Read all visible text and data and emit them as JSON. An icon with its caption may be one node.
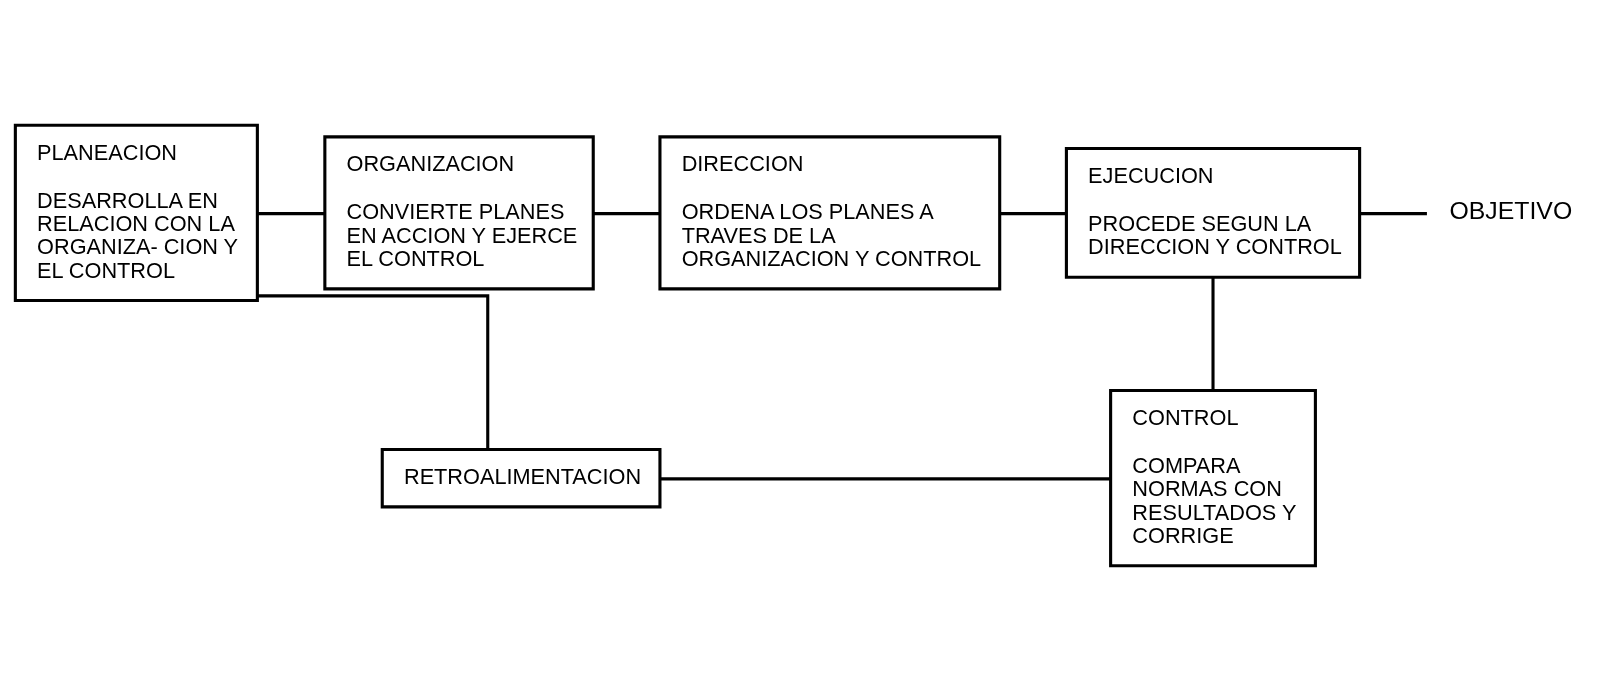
{
  "diagram": {
    "nodes": [
      {
        "text": [
          "PLANEACION",
          "DESARROLLA EN RELACION CON LA ORGANIZA- CION Y EL CONTROL"
        ]
      },
      {
        "text": [
          "ORGANIZACION",
          "CONVIERTE PLANES EN ACCION Y EJERCE EL CONTROL"
        ]
      },
      {
        "text": [
          "DIRECCION",
          "ORDENA LOS PLANES A TRAVES DE LA ORGANIZACION Y CONTROL"
        ]
      },
      {
        "text": [
          "EJECUCION",
          "PROCEDE SEGUN LA DIRECCION Y CONTROL"
        ]
      },
      {
        "text": [
          "OBJETIVO"
        ]
      },
      {
        "text": [
          "CONTROL",
          "COMPARA NORMAS CON RESULTADOS Y CORRIGE"
        ]
      },
      {
        "text": [
          "RETROALIMENTACION"
        ]
      }
    ],
    "edges": [
      {
        "from": 0,
        "to": 1,
        "arrow": "none"
      },
      {
        "from": 1,
        "to": 2,
        "arrow": "none"
      },
      {
        "from": 2,
        "to": 3,
        "arrow": "none"
      },
      {
        "from": 3,
        "to": 4,
        "arrow": "none"
      },
      {
        "from": 3,
        "to": 5,
        "arrow": "none"
      },
      {
        "from": 5,
        "to": 6,
        "arrow": "none"
      },
      {
        "from": 6,
        "to": 0,
        "arrow": "none"
      }
    ]
  }
}
